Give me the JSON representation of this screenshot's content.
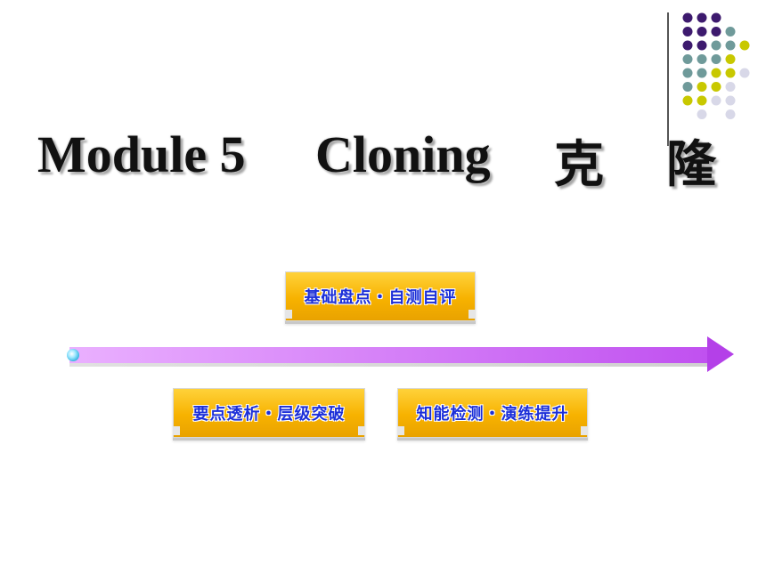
{
  "title": {
    "module": "Module 5",
    "topic": "Cloning",
    "chinese_1": "克",
    "chinese_2": "隆"
  },
  "buttons": {
    "basics": "基础盘点・自测自评",
    "key_points": "要点透析・层级突破",
    "practice": "知能检测・演练提升"
  },
  "colors": {
    "button_fill": "#f7b200",
    "button_text": "#1c2fd8",
    "arrow": "#c86af0",
    "dot_purple": "#3d1a6e",
    "dot_teal": "#6f9a9a",
    "dot_yellow": "#c8c800",
    "dot_lavender": "#d8d8e8"
  }
}
